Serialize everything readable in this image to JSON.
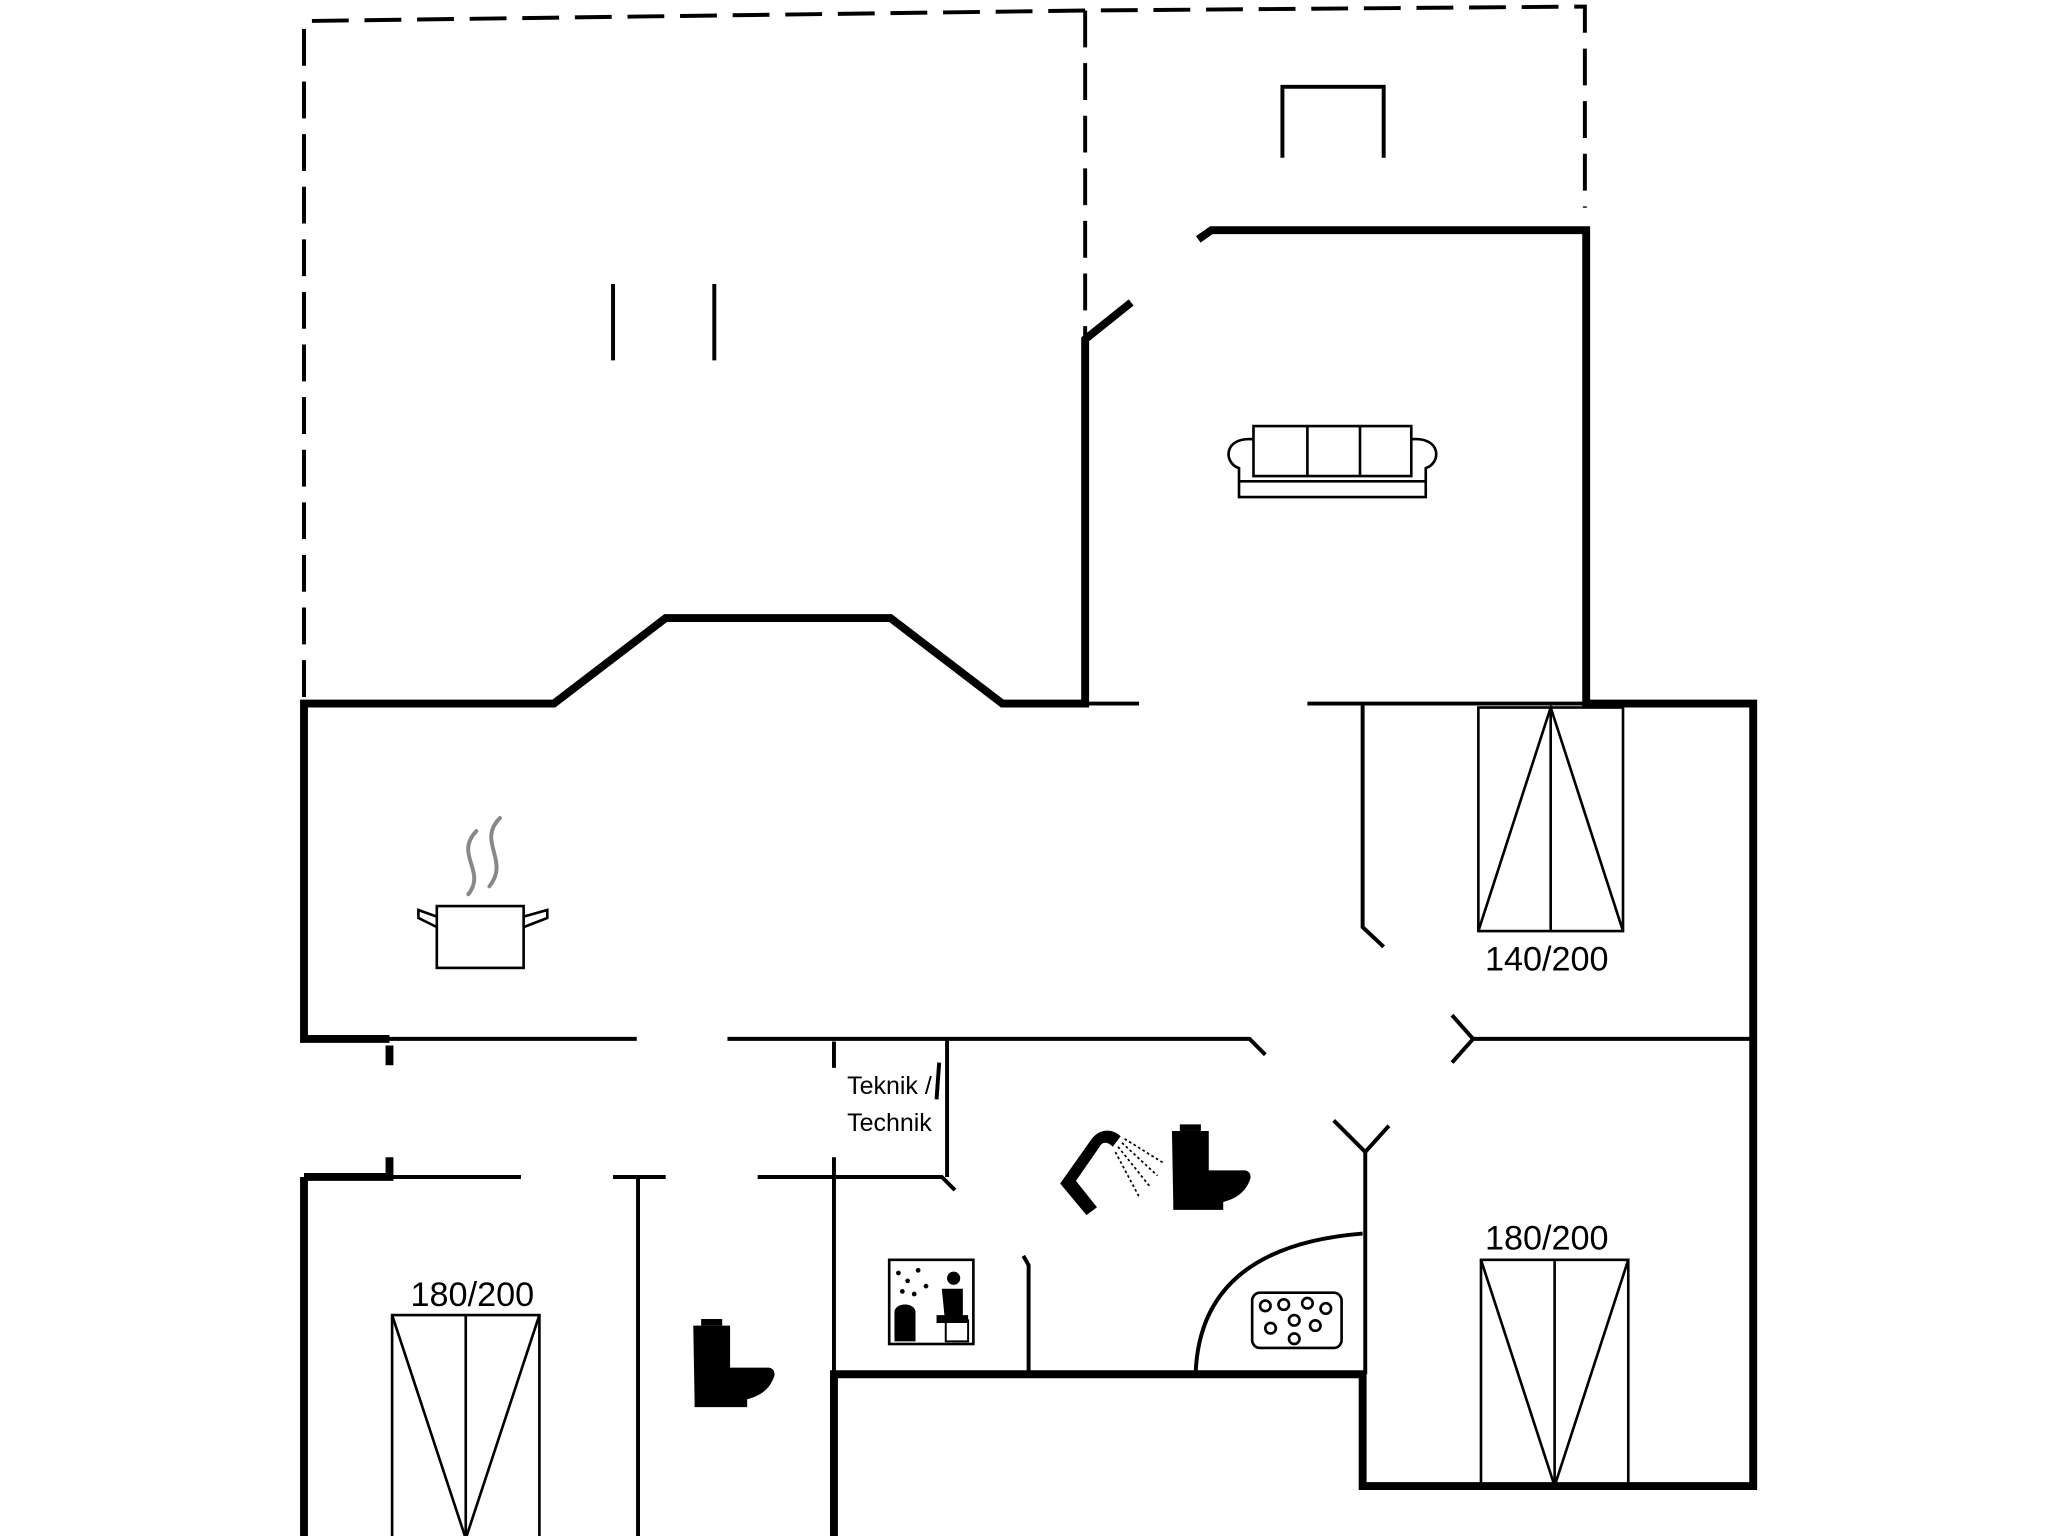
{
  "floorplan": {
    "labels": {
      "bed_large_right": "140/200",
      "bed_mid_right": "180/200",
      "bed_left": "180/200",
      "utility_line1": "Teknik /",
      "utility_line2": "Technik"
    },
    "colors": {
      "background": "#ffffff",
      "walls": "#000000",
      "steam": "#888888"
    },
    "icons": [
      "sofa-icon",
      "cooking-pot-icon",
      "bed-icon",
      "toilet-icon",
      "shower-icon",
      "sauna-icon",
      "whirlpool-icon"
    ]
  }
}
